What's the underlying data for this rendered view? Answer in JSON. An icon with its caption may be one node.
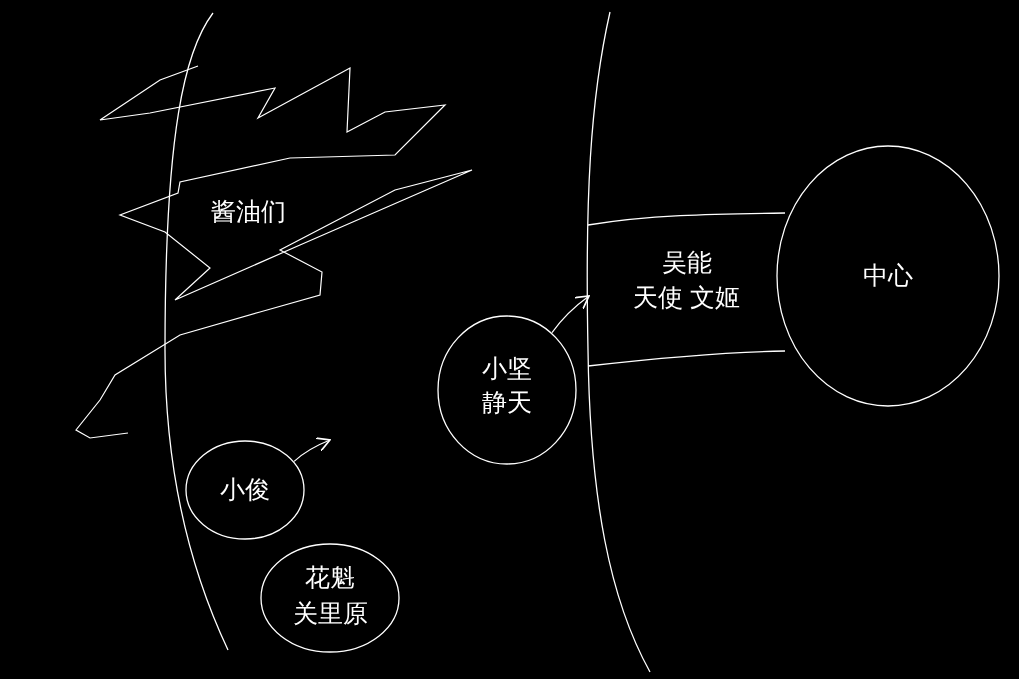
{
  "diagram": {
    "nodes": [
      {
        "text": [
          "酱油们"
        ]
      },
      {
        "text": [
          "小俊"
        ]
      },
      {
        "text": [
          "花魁",
          "关里原"
        ]
      },
      {
        "text": [
          "小坚",
          "静天"
        ]
      },
      {
        "text": [
          "吴能",
          "天使 文姬"
        ]
      },
      {
        "text": [
          "中心"
        ]
      }
    ],
    "edges": [
      {
        "from": 1,
        "to": 0,
        "arrow": "to"
      },
      {
        "from": 3,
        "to": 4,
        "arrow": "to"
      }
    ]
  }
}
